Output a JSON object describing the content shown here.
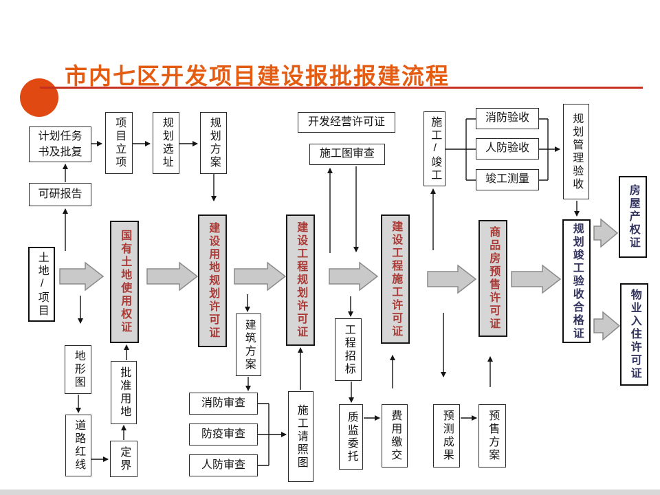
{
  "header": {
    "title": "市内七区开发项目建设报批报建流程"
  },
  "colors": {
    "accent_orange": "#e45c12",
    "rule_red": "#c5301f",
    "shaded_box_fill": "#d6d6d6",
    "cert_red_text": "#a93a36",
    "cert_navy_text": "#32325e",
    "connector_gray": "#c9c9c9"
  },
  "nodes": {
    "plan_task": "计划任务书及批复",
    "feasibility_report": "可研报告",
    "project_initiation": "项目立项",
    "planning_site_selection": "规划选址",
    "planning_scheme": "规划方案",
    "dev_operation_license": "开发经营许可证",
    "construction_drawing_review": "施工图审查",
    "construction_completion": "施工/竣工",
    "fire_acceptance": "消防验收",
    "civil_air_defense_acceptance": "人防验收",
    "completion_survey": "竣工测量",
    "planning_mgmt_acceptance": "规划管理验收",
    "land_project": "土地/项目",
    "state_land_use_cert": "国有土地使用权证",
    "land_planning_permit": "建设用地规划许可证",
    "project_planning_permit": "建设工程规划许可证",
    "construction_permit": "建设工程施工许可证",
    "presale_permit": "商品房预售许可证",
    "planning_completion_cert": "规划竣工验收合格证",
    "house_property_cert": "房屋产权证",
    "occupancy_permit": "物业入住许可证",
    "topographic_map": "地形图",
    "road_red_line": "道路红线",
    "boundary_fixing": "定界",
    "approved_land": "批准用地",
    "architectural_scheme": "建筑方案",
    "fire_review": "消防审查",
    "epidemic_review": "防疫审查",
    "civil_air_defense_review": "人防审查",
    "construction_license_drawing": "施工请照图",
    "project_bidding": "工程招标",
    "quality_supervision_entrust": "质监委托",
    "fee_payment": "费用缴交",
    "forecast_results": "预测成果",
    "presale_scheme": "预售方案"
  }
}
